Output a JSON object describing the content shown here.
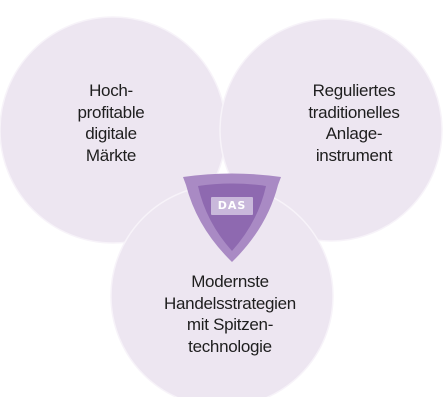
{
  "diagram": {
    "circles": [
      {
        "id": "left",
        "lines": [
          "Hoch-",
          "profitable",
          "digitale",
          "Märkte"
        ]
      },
      {
        "id": "right",
        "lines": [
          "Reguliertes",
          "traditionelles",
          "Anlage-",
          "instrument"
        ]
      },
      {
        "id": "bottom",
        "lines": [
          "Modernste",
          "Handelsstrategien",
          "mit Spitzen-",
          "technologie"
        ]
      }
    ],
    "center_logo": {
      "text": "DAS"
    }
  },
  "colors": {
    "circle_fill": "#ede6f1",
    "circle_stroke": "#f7f3f9",
    "shield_outer": "#a98ac4",
    "shield_inner": "#8e69b0",
    "badge": "#c9b8db",
    "label_text": "#1e1e1e",
    "logo_text": "#ffffff"
  }
}
